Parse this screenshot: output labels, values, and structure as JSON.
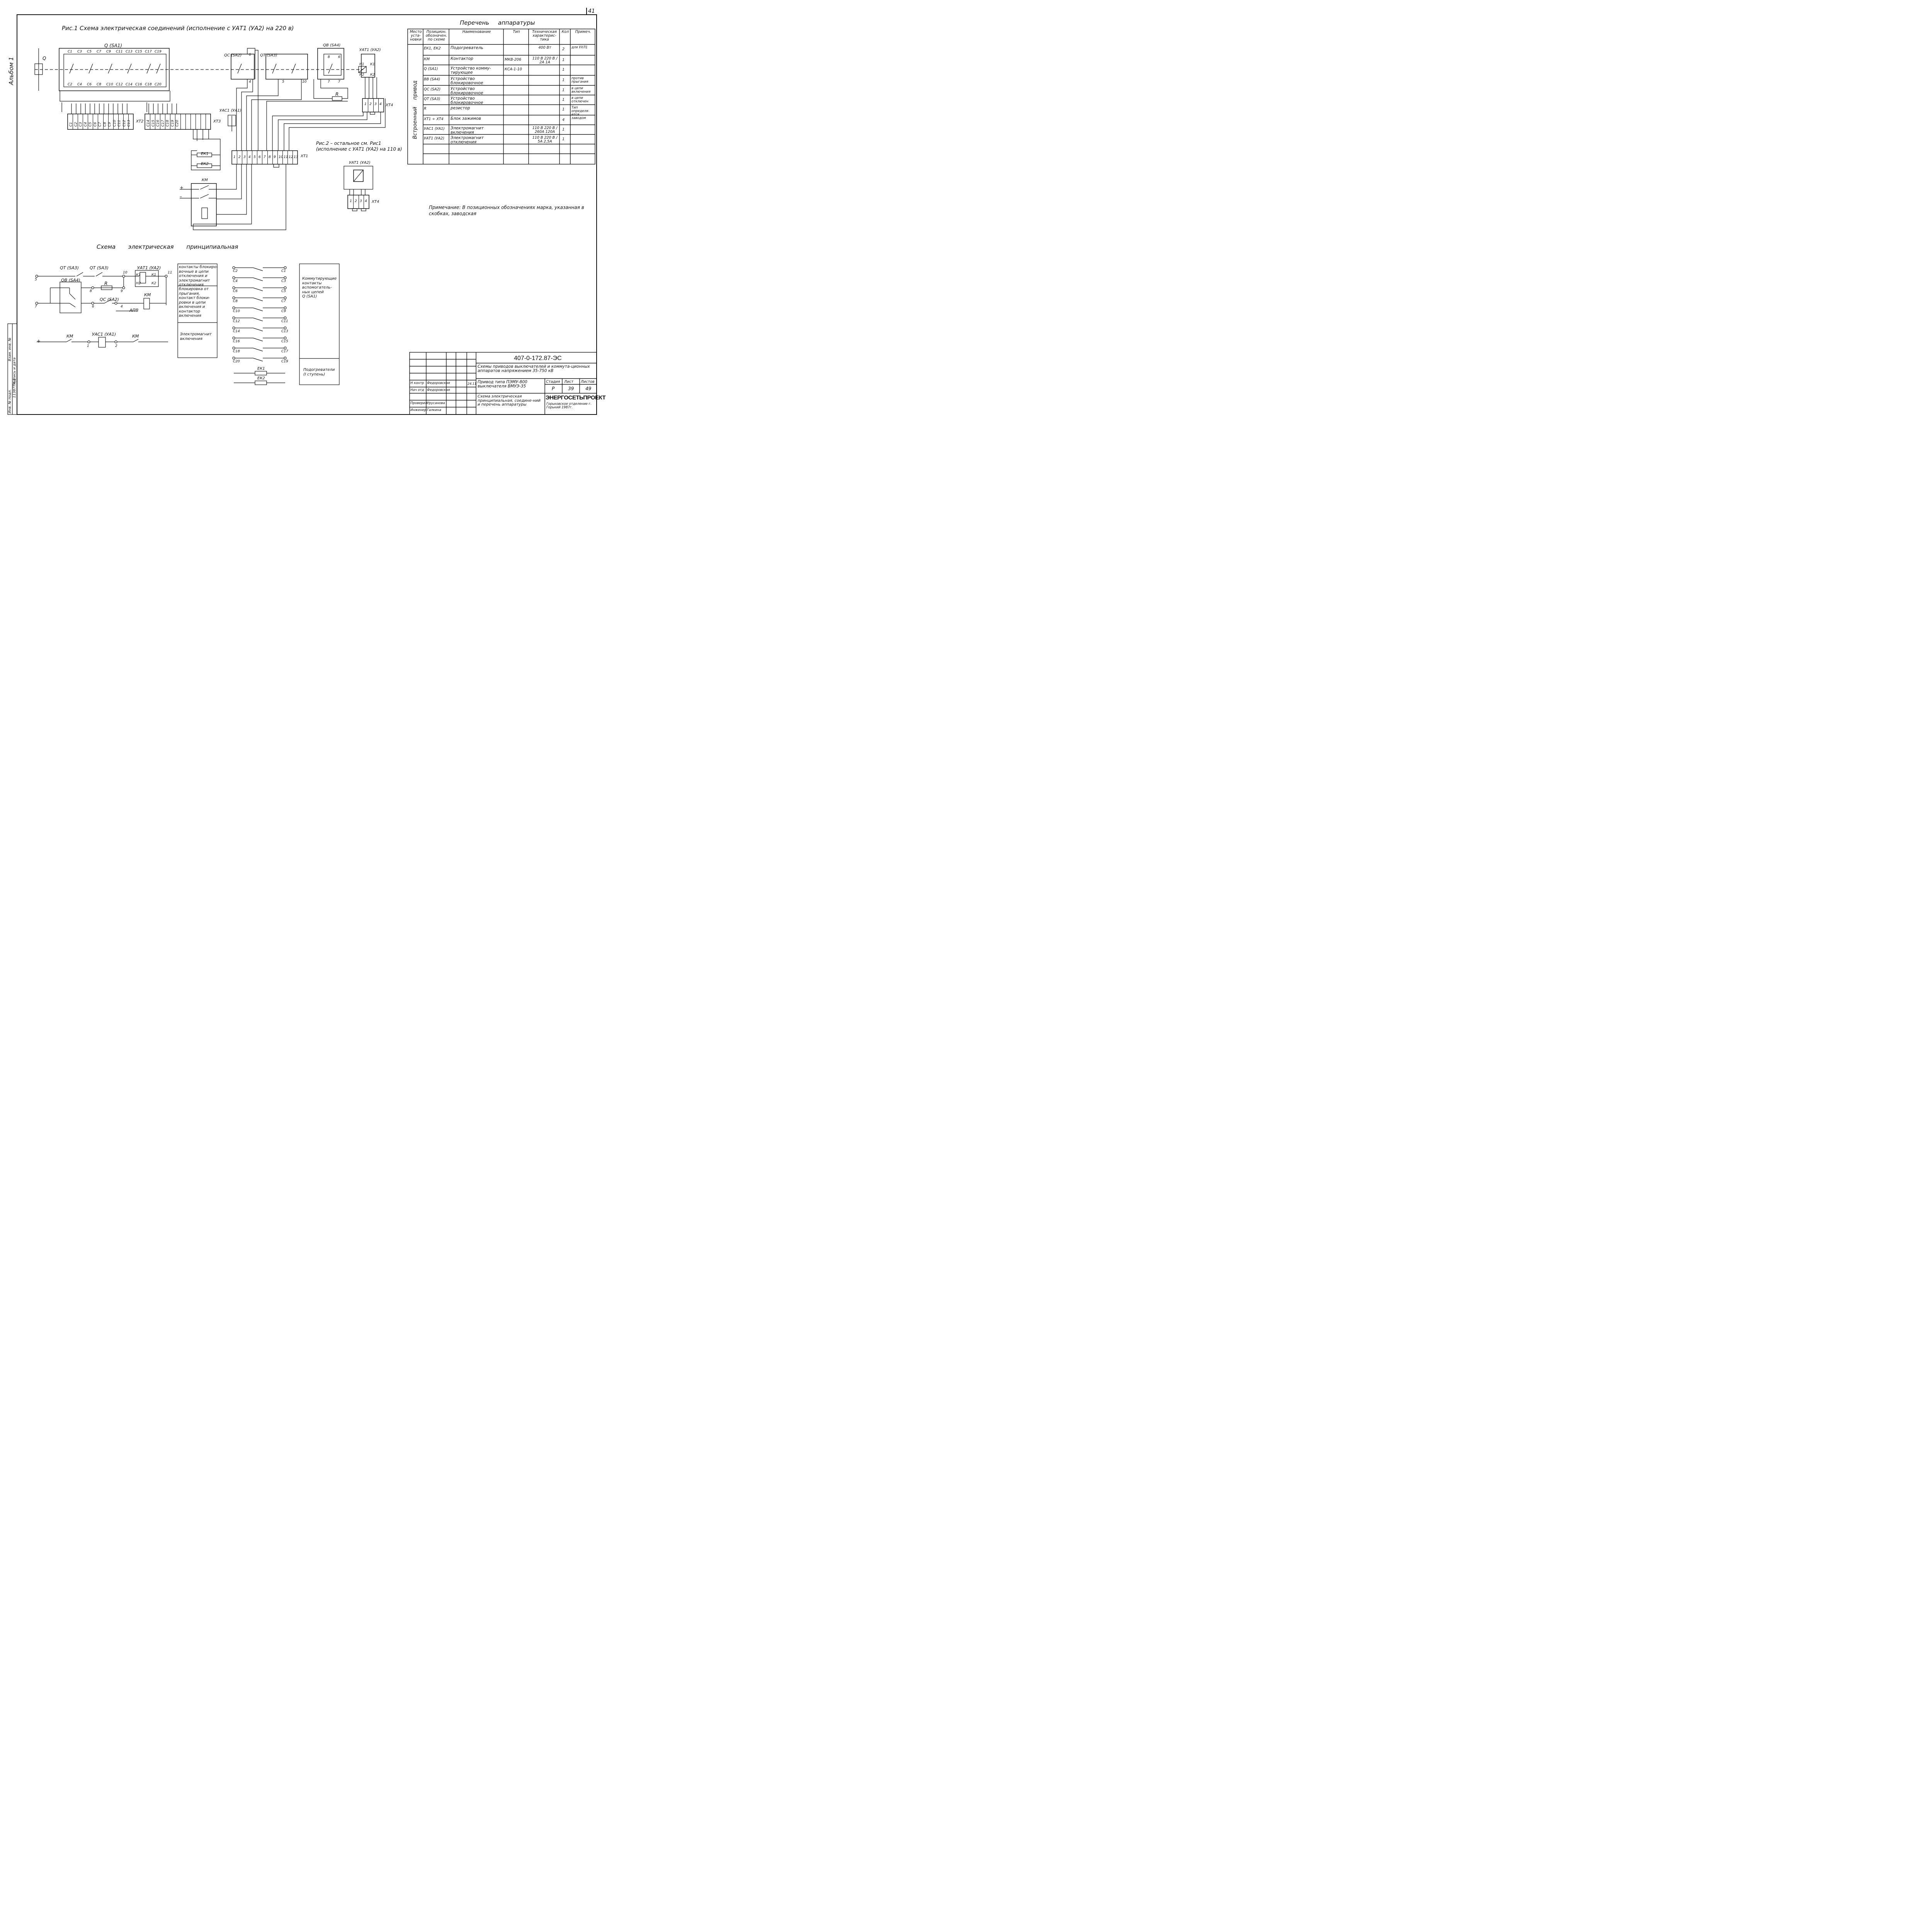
{
  "sheet_number_corner": "41",
  "side_label": "Альбом 1",
  "fig1_title": "Рис.1   Схема электрическая соединений (исполнение с УАТ1 (УА2) на 220 в)",
  "fig2_title": "Рис.2 – остальное см. Рис1",
  "fig2_subtitle": "(исполнение с УАТ1 (УА2) на 110 в)",
  "principal_title": "Схема электрическая принципиальная",
  "equipment_title": "Перечень аппаратуры",
  "note": "Примечание:  В позиционных обозначениях марка, указанная в скобках, заводская",
  "wiring_labels": {
    "q": "Q",
    "q_sa1": "Q (SA1)",
    "qc": "QC (SA2)",
    "qt": "QT (SA3)",
    "qb": "QB (SA4)",
    "yat1": "УАТ1 (УА2)",
    "yac1": "УАС1 (УА1)",
    "r": "R",
    "km": "КМ",
    "ek1": "ЕК1",
    "ek2": "ЕК2",
    "xt1": "ХТ1",
    "xt2": "ХТ2",
    "xt3": "ХТ3",
    "xt4": "ХТ4",
    "xt4b": "ХТ4",
    "plus": "+",
    "minus": "–",
    "n6": "6",
    "n4": "4",
    "n5": "5",
    "n10": "10",
    "n8": "8",
    "n6b": "6",
    "n7": "7",
    "n7b": "7",
    "h1": "Н1",
    "h2": "Н2",
    "k1": "К1",
    "k2": "К2",
    "yat1_fig2": "УАТ1 (УА2)"
  },
  "q_contacts_top": [
    "С1",
    "С3",
    "С5",
    "С7",
    "С9",
    "С11",
    "С13",
    "С15",
    "С17",
    "С19"
  ],
  "q_contacts_bottom": [
    "С2",
    "С4",
    "С6",
    "С8",
    "С10",
    "С12",
    "С14",
    "С16",
    "С18",
    "С20"
  ],
  "xt2_cells": [
    "С1",
    "С2",
    "С3",
    "С4",
    "С5",
    "С6",
    "С7",
    "С8",
    "С9",
    "С10",
    "С11",
    "С12",
    "С13"
  ],
  "xt3_cells": [
    "С14",
    "С15",
    "С16",
    "С17",
    "С18",
    "С19",
    "С20"
  ],
  "xt1_cells": [
    "1",
    "2",
    "3",
    "4",
    "5",
    "6",
    "7",
    "8",
    "9",
    "10",
    "11",
    "12",
    "13"
  ],
  "xt4_cells": [
    "1",
    "2",
    "3",
    "4"
  ],
  "principal_labels": {
    "qt1": "QT (SA3)",
    "qt2": "QT (SA3)",
    "yat1": "УАТ1 (УА2)",
    "qb": "QB (SA4)",
    "r": "R",
    "qc": "QC (SA2)",
    "km": "КМ",
    "apv": "АПВ",
    "km1": "КМ",
    "yac1": "УАС1 (УА1)",
    "km2": "КМ",
    "plus": "+",
    "n5": "5",
    "n10": "10",
    "n11": "11",
    "n8": "8",
    "n9": "9",
    "n7": "7",
    "n6": "6",
    "n4": "4",
    "n1": "1",
    "n2": "2",
    "k1": "К1",
    "k1b": "К1",
    "h2": "Н2",
    "k2": "К2",
    "ek1": "ЕК1",
    "ek2": "ЕК2"
  },
  "principal_contacts_left": [
    "С2",
    "С4",
    "С6",
    "С8",
    "С10",
    "С12",
    "С14",
    "С16",
    "С18",
    "С20"
  ],
  "principal_contacts_right": [
    "С1",
    "С3",
    "С5",
    "С7",
    "С9",
    "С11",
    "С13",
    "С15",
    "С17",
    "С19"
  ],
  "legend_boxes": {
    "box1_a": "контакты блокиро-\nвочные в цепи\nотключения и\nэлектромагнит\nотключения",
    "box1_b": "блокировка от\nпрыгания,\nконтакт блоки-\nровки в цепи\nвключения и\nконтактор\nвключения",
    "box1_c": "Электромагнит\nвключения",
    "box2_a": "Коммутирующие\nконтакты\nвспомогатель-\nных цепей\nQ (SA1)",
    "box2_b": "Подогреватели\n(I ступень)"
  },
  "table": {
    "headers": [
      "Место уста-новки",
      "Позицион. обозначен. по схеме",
      "Наименование",
      "Тип",
      "Техническая характерис-тика",
      "Кол",
      "Примеч."
    ],
    "group_label": "Встроенный привод",
    "rows": [
      {
        "pos": "ЕК1, ЕК2",
        "name": "Подогреватель",
        "type": "",
        "tech": "400 Вт",
        "qty": "2",
        "note": "для УХЛ1"
      },
      {
        "pos": "КМ",
        "name": "Контактор",
        "type": "МКВ-206",
        "tech": "110 В 220 В / 2А 1А",
        "qty": "1",
        "note": ""
      },
      {
        "pos": "Q (SA1)",
        "name": "Устройство комму-тирующее",
        "type": "КСА-1-10",
        "tech": "",
        "qty": "1",
        "note": ""
      },
      {
        "pos": "ВВ (SA4)",
        "name": "Устройство блокировочное",
        "type": "",
        "tech": "",
        "qty": "1",
        "note": "против прыгания"
      },
      {
        "pos": "QC (SA2)",
        "name": "Устройство блокировочное",
        "type": "",
        "tech": "",
        "qty": "1",
        "note": "в цепи включения"
      },
      {
        "pos": "QT (SA3)",
        "name": "Устройство блокировочное",
        "type": "",
        "tech": "",
        "qty": "1",
        "note": "в цепи отключен"
      },
      {
        "pos": "R",
        "name": "резистор",
        "type": "",
        "tech": "",
        "qty": "1",
        "note": "Тип определя-ется заводом"
      },
      {
        "pos": "ХТ1 ÷ ХТ4",
        "name": "Блок зажимов",
        "type": "",
        "tech": "",
        "qty": "4",
        "note": ""
      },
      {
        "pos": "УАС1 (УА1)",
        "name": "Электромагнит включения",
        "type": "",
        "tech": "110 В 220 В / 260А 120А",
        "qty": "1",
        "note": ""
      },
      {
        "pos": "УАТ1 (УА2)",
        "name": "Электромагнит отключения",
        "type": "",
        "tech": "110 В 220 В / 5А 2,5А",
        "qty": "1",
        "note": ""
      }
    ]
  },
  "title_block": {
    "doc_code": "407-0-172.87-ЭС",
    "desc1": "Схемы приводов выключателей и коммута-ционных аппаратов напряжением 35-750 кВ",
    "desc2": "Привод типа ПЭМУ-800 выключателя ВМУЭ-35",
    "desc3": "Схема электрическая принципиальная, соедине-ний и перечень аппаратуры",
    "stage_label": "Стадия",
    "sheet_label": "Лист",
    "sheets_label": "Листов",
    "stage": "Р",
    "sheet": "39",
    "sheets": "49",
    "company": "ЭНЕРГОСЕТЬПРОЕКТ",
    "company_sub": "Горьковское отделение г. Горький 1987г.",
    "roles": [
      "Н контр",
      "Нач отд",
      "Проверил",
      "Инженер"
    ],
    "names": [
      "Федоровская",
      "Федоровская",
      "Урусанова",
      "Галкина"
    ],
    "date": "24.11"
  },
  "left_stamp": [
    "Инв. № подл.",
    "Подпись и дата",
    "Взам. инв. №",
    "11387ТМ-1"
  ]
}
